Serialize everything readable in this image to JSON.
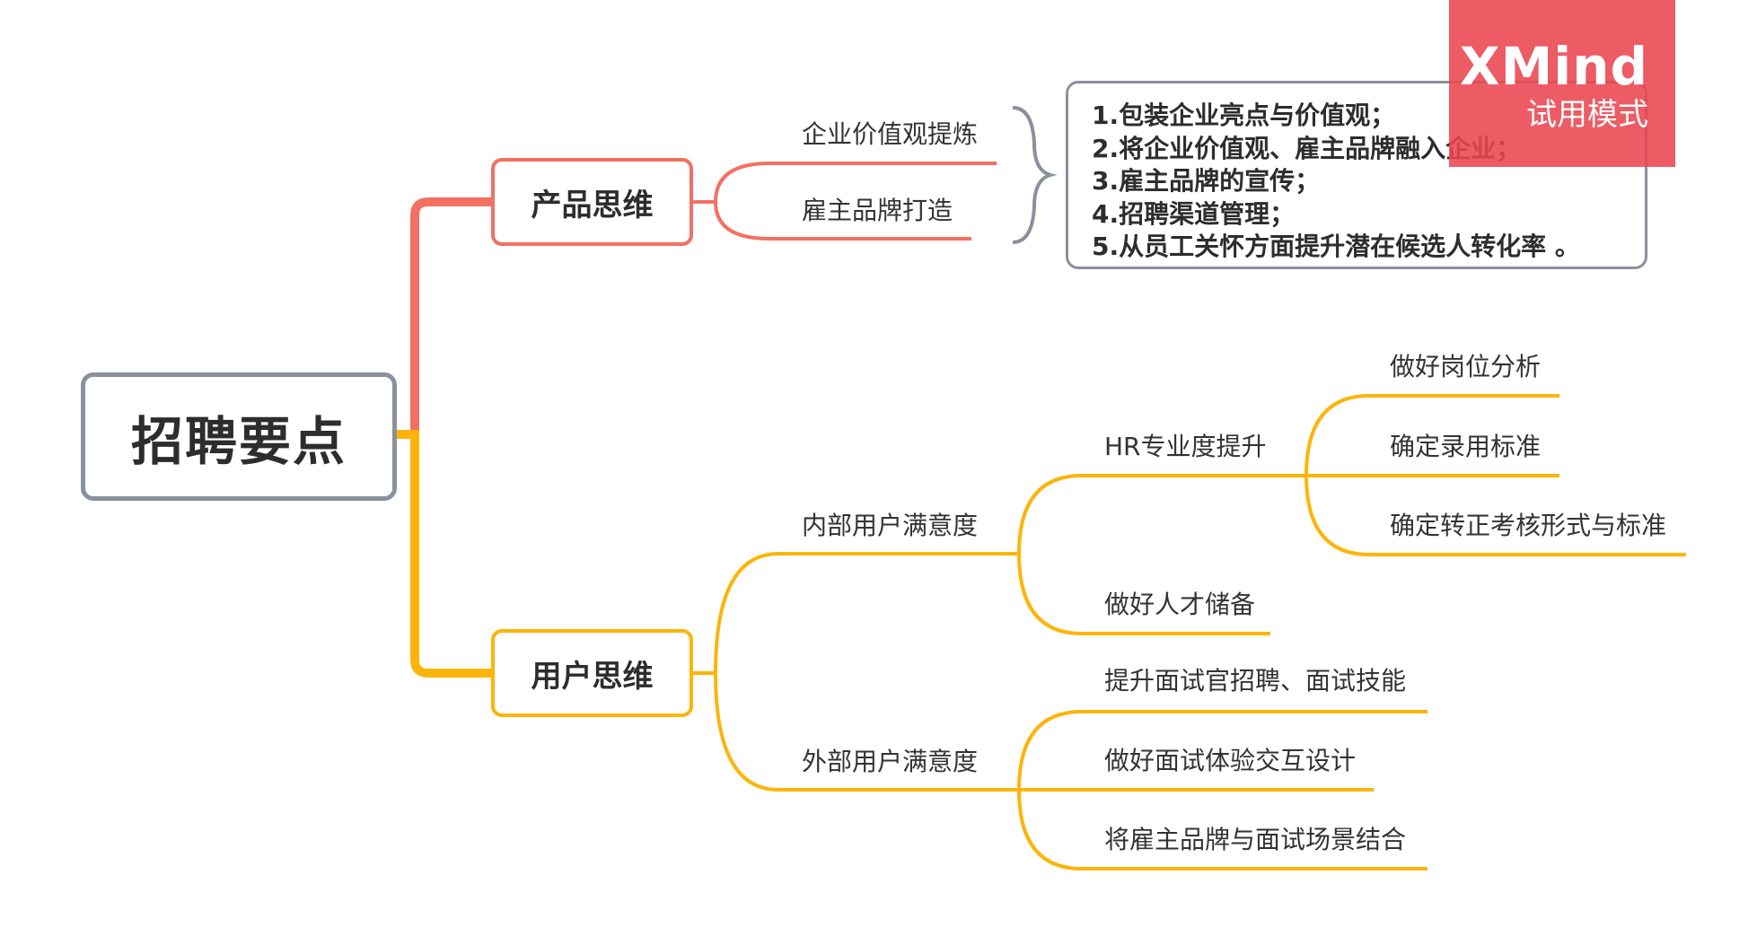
{
  "root": {
    "label": "招聘要点"
  },
  "branches": [
    {
      "label": "产品思维",
      "color": "#f27062",
      "children": [
        {
          "label": "企业价值观提炼"
        },
        {
          "label": "雇主品牌打造"
        }
      ]
    },
    {
      "label": "用户思维",
      "color": "#fbb50a",
      "children": [
        {
          "label": "内部用户满意度",
          "children": [
            {
              "label": "HR专业度提升",
              "children": [
                {
                  "label": "做好岗位分析"
                },
                {
                  "label": "确定录用标准"
                },
                {
                  "label": "确定转正考核形式与标准"
                }
              ]
            },
            {
              "label": "做好人才储备"
            }
          ]
        },
        {
          "label": "外部用户满意度",
          "children": [
            {
              "label": "提升面试官招聘、面试技能"
            },
            {
              "label": "做好面试体验交互设计"
            },
            {
              "label": "将雇主品牌与面试场景结合"
            }
          ]
        }
      ]
    }
  ],
  "summary": {
    "lines": [
      "1.包装企业亮点与价值观；",
      "2.将企业价值观、雇主品牌融入企业；",
      "3.雇主品牌的宣传；",
      "4.招聘渠道管理；",
      "5.从员工关怀方面提升潜在候选人转化率 。"
    ],
    "border_color": "#8a919d"
  },
  "watermark": {
    "title": "XMind",
    "subtitle": "试用模式",
    "color": "#eb4650"
  }
}
